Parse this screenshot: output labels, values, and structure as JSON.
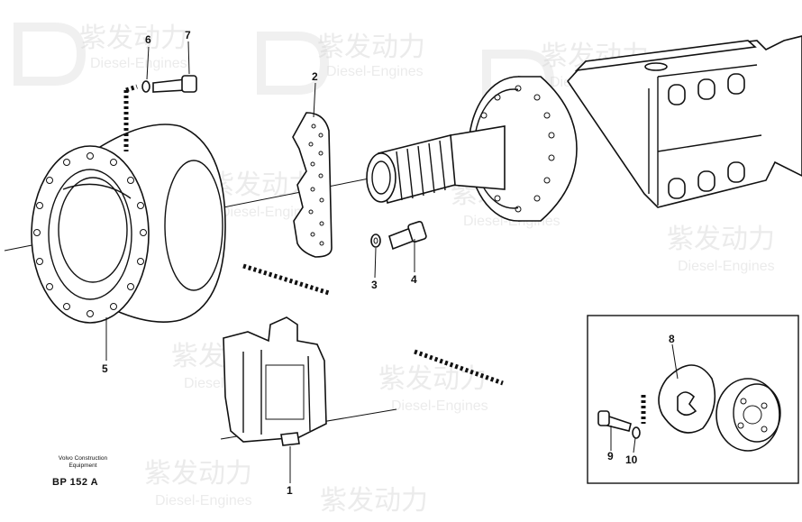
{
  "callouts": {
    "c1": "1",
    "c2": "2",
    "c3": "3",
    "c4": "4",
    "c5": "5",
    "c6": "6",
    "c7": "7",
    "c8": "8",
    "c9": "9",
    "c10": "10"
  },
  "footer": {
    "brand_line1": "Volvo Construction",
    "brand_line2": "Equipment",
    "code": "BP 152 A"
  },
  "watermark": {
    "text_cn": "紫发动力",
    "text_en": "Diesel-Engines"
  }
}
